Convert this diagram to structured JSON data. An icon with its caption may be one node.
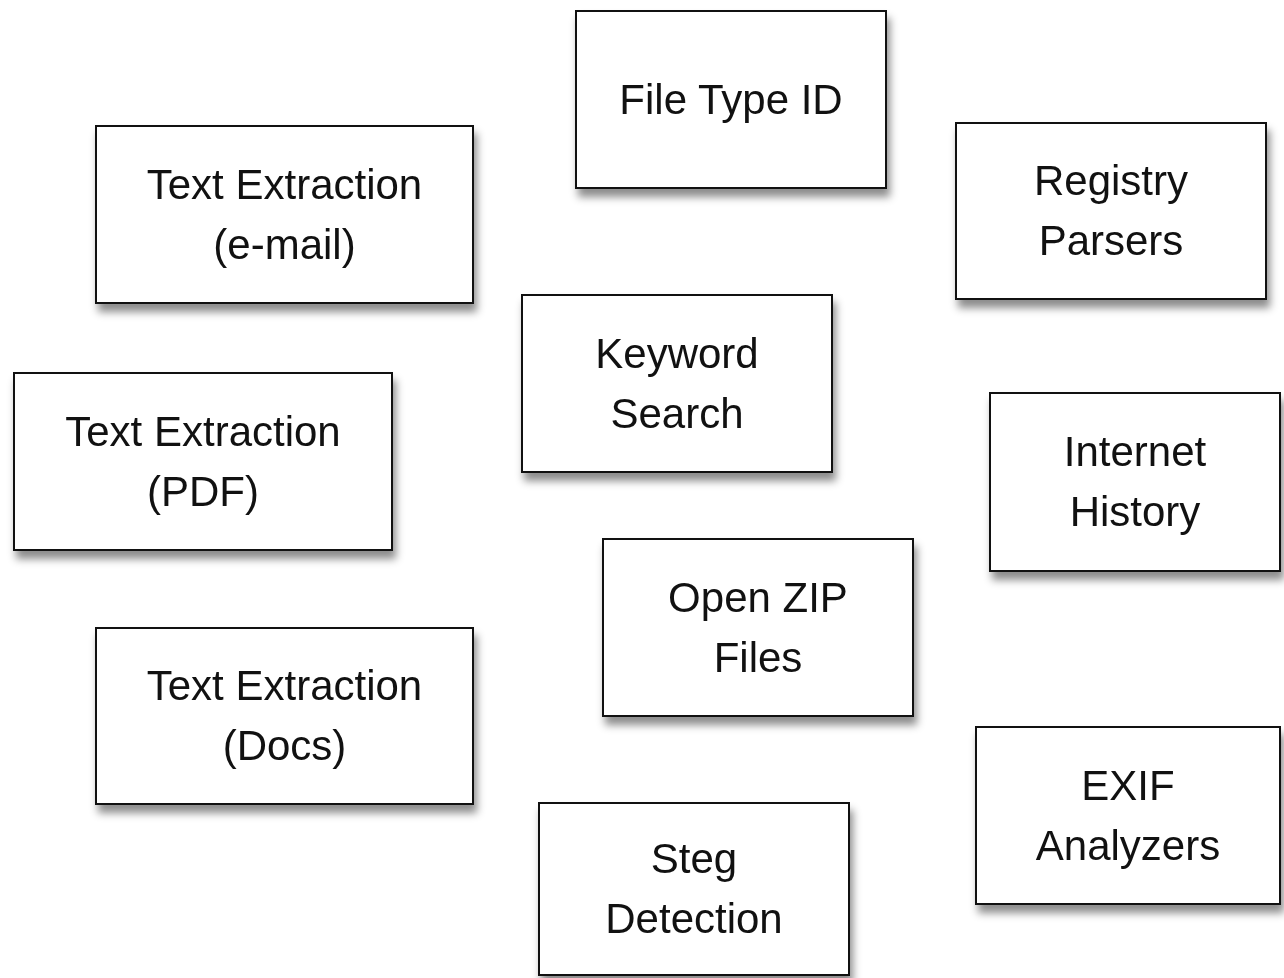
{
  "diagram": {
    "nodes": [
      {
        "text": [
          "File Type ID"
        ]
      },
      {
        "text": [
          "Text Extraction (e-mail)"
        ]
      },
      {
        "text": [
          "Registry Parsers"
        ]
      },
      {
        "text": [
          "Keyword Search"
        ]
      },
      {
        "text": [
          "Text Extraction (PDF)"
        ]
      },
      {
        "text": [
          "Internet History"
        ]
      },
      {
        "text": [
          "Open ZIP Files"
        ]
      },
      {
        "text": [
          "Text Extraction (Docs)"
        ]
      },
      {
        "text": [
          "EXIF Analyzers"
        ]
      },
      {
        "text": [
          "Steg Detection"
        ]
      }
    ]
  }
}
